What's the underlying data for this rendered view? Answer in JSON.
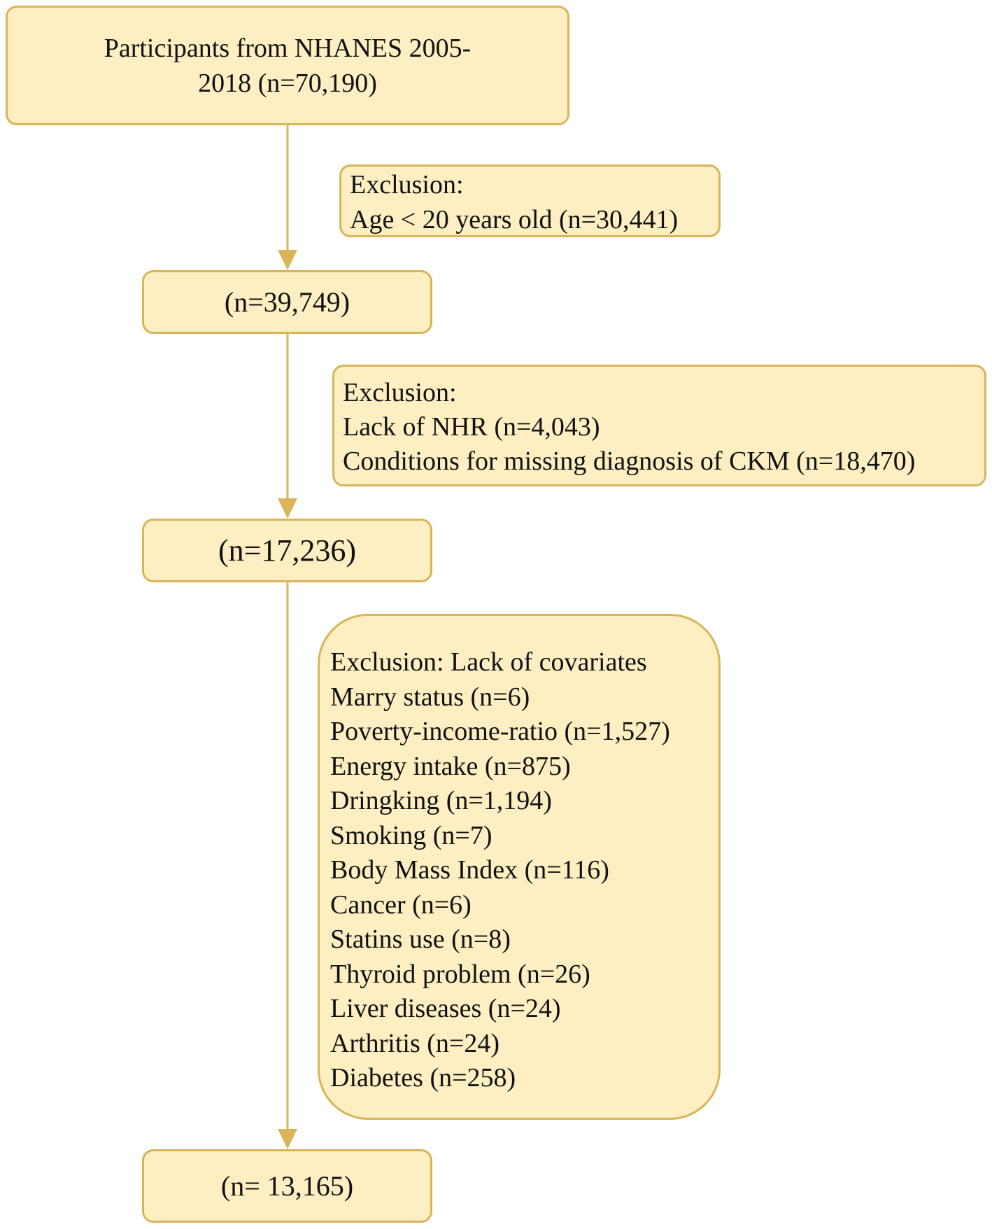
{
  "flowchart": {
    "start": {
      "line1": "Participants  from NHANES 2005-",
      "line2": "2018 (n=70,190)"
    },
    "step1": {
      "label": "(n=39,749)"
    },
    "step2": {
      "label": "(n=17,236)"
    },
    "final": {
      "label": "(n= 13,165)"
    },
    "exclusion1": {
      "lines": [
        "Exclusion:",
        "Age < 20 years old (n=30,441)"
      ]
    },
    "exclusion2": {
      "lines": [
        "Exclusion:",
        "Lack of NHR (n=4,043)",
        "Conditions for missing diagnosis of CKM (n=18,470)"
      ]
    },
    "exclusion3": {
      "lines": [
        "Exclusion: Lack of covariates",
        "Marry status (n=6)",
        "Poverty-income-ratio (n=1,527)",
        "Energy intake (n=875)",
        "Dringking (n=1,194)",
        "Smoking (n=7)",
        "Body Mass Index (n=116)",
        "Cancer (n=6)",
        "Statins use (n=8)",
        "Thyroid problem (n=26)",
        "Liver diseases (n=24)",
        "Arthritis (n=24)",
        "Diabetes (n=258)"
      ]
    }
  },
  "colors": {
    "box_fill": "#fdefc2",
    "box_border": "#d9b459",
    "arrow": "#d9b459"
  }
}
